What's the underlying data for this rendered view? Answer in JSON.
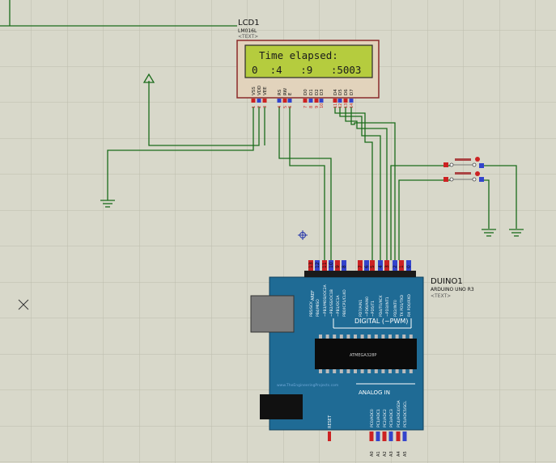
{
  "lcd": {
    "ref": "LCD1",
    "part": "LM016L",
    "text_tag": "<TEXT>",
    "line1": "Time elapsed:",
    "line2": "0  :4   :9   :5003",
    "pin_names": [
      "VSS",
      "VDD",
      "VEE",
      "RS",
      "RW",
      "E",
      "D0",
      "D1",
      "D2",
      "D3",
      "D4",
      "D5",
      "D6",
      "D7"
    ],
    "pin_numbers": [
      "1",
      "2",
      "3",
      "4",
      "5",
      "6",
      "7",
      "8",
      "9",
      "10",
      "11",
      "12",
      "13",
      "14"
    ]
  },
  "arduino": {
    "ref": "DUINO1",
    "part": "ARDUINO UNO R3",
    "text_tag": "<TEXT>",
    "digital_label": "DIGITAL (~PWM)",
    "analog_label": "ANALOG IN",
    "aref_label": "AREF",
    "reset_label": "RESET",
    "top_pin_numbers": [
      "13",
      "12",
      "11",
      "10",
      "9",
      "8",
      "7",
      "6",
      "5",
      "4",
      "3",
      "2",
      "1",
      "0"
    ],
    "top_pin_names": [
      "PB5/SCK",
      "PB4/MISO",
      "~PB3/MOSI/OC2A",
      "~PB2/SS/OC1B",
      "~PB1/OC1A",
      "PB0/ICP1/CLKO",
      "PD7/AIN1",
      "~PD6/AIN0",
      "~PD5/T1",
      "PD4/T0/XCK",
      "~PD3/INT1",
      "PD2/INT0",
      "TX PD1/TXD",
      "RX PD0/RXD"
    ],
    "analog_pin_names": [
      "PC0/ADC0",
      "PC1/ADC1",
      "PC2/ADC2",
      "PC3/ADC3",
      "PC4/ADC4/SDA",
      "PC5/ADC5/SCL"
    ],
    "analog_pin_numbers": [
      "A0",
      "A1",
      "A2",
      "A3",
      "A4",
      "A5"
    ],
    "website": "www.TheEngineeringProjects.com"
  },
  "colors": {
    "background": "#d8d8ca",
    "grid": "#c4c4b4",
    "wire": "#1a6b1a",
    "board": "#1f6b95",
    "lcd_screen": "#b5cc3e",
    "pin_red": "#cc2222",
    "pin_blue": "#3344cc"
  }
}
